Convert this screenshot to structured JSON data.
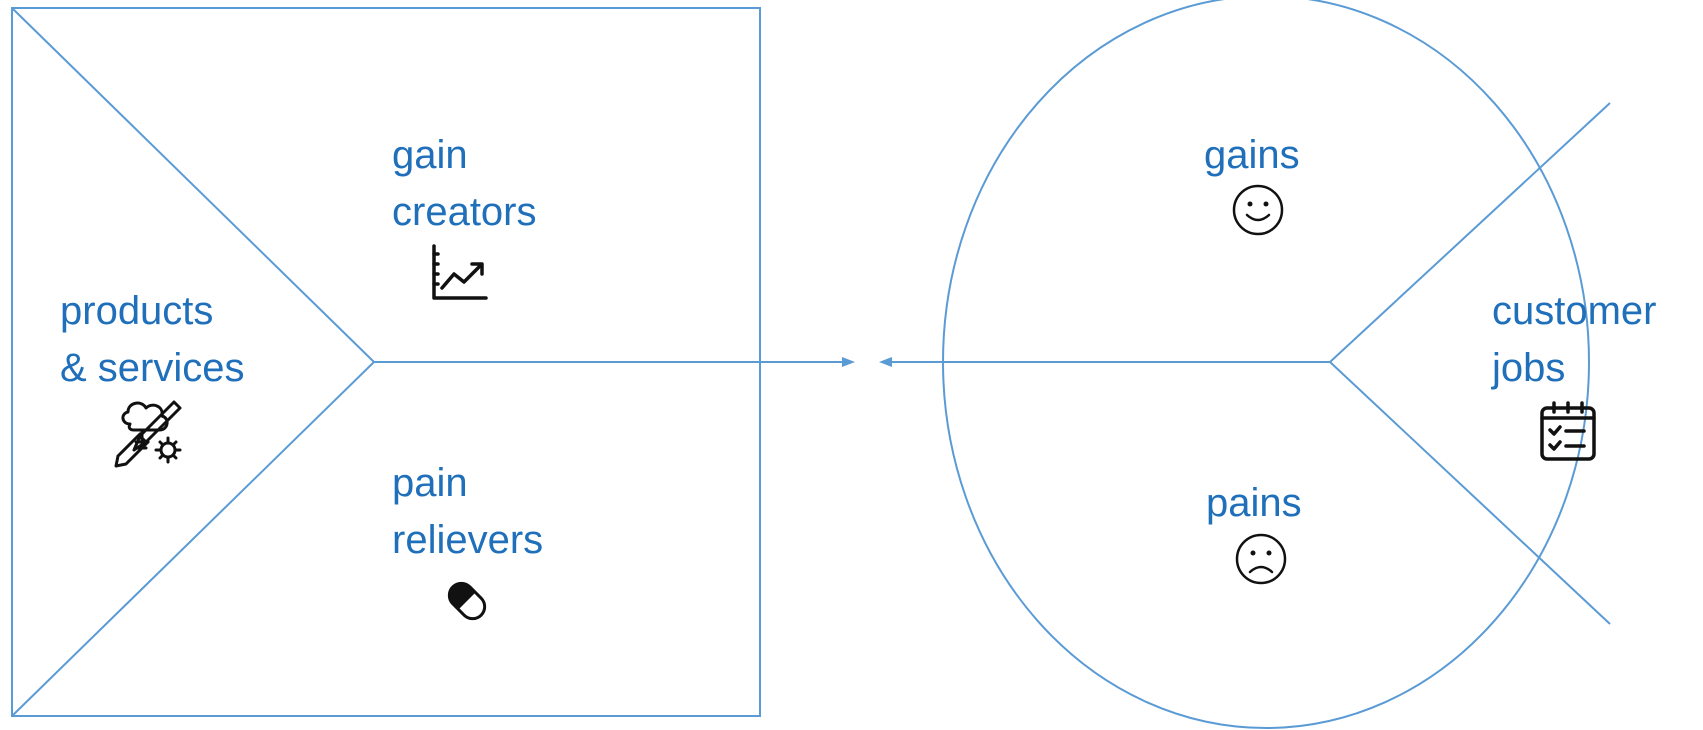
{
  "colors": {
    "line": "#5b9bd5",
    "text": "#1f6fba",
    "icon": "#111111",
    "background": "#ffffff"
  },
  "value_map": {
    "products_services": {
      "line1": "products",
      "line2": "& services",
      "icon": "idea-tools-icon"
    },
    "gain_creators": {
      "line1": "gain",
      "line2": "creators",
      "icon": "growth-chart-icon"
    },
    "pain_relievers": {
      "line1": "pain",
      "line2": "relievers",
      "icon": "pill-icon"
    }
  },
  "customer_profile": {
    "gains": {
      "label": "gains",
      "icon": "smiley-face-icon"
    },
    "pains": {
      "label": "pains",
      "icon": "frowning-face-icon"
    },
    "customer_jobs": {
      "line1": "customer",
      "line2": "jobs",
      "icon": "checklist-calendar-icon"
    }
  }
}
